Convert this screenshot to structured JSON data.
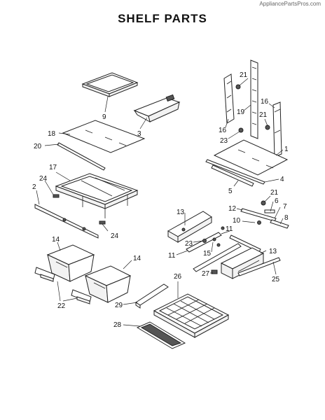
{
  "header": {
    "watermark": "AppliancePartsPros.com",
    "title": "SHELF PARTS"
  },
  "callouts": {
    "c1": "1",
    "c2": "2",
    "c3": "3",
    "c4": "4",
    "c5": "5",
    "c6": "6",
    "c7": "7",
    "c8": "8",
    "c9": "9",
    "c10": "10",
    "c11a": "11",
    "c11b": "11",
    "c12": "12",
    "c13a": "13",
    "c13b": "13",
    "c14a": "14",
    "c14b": "14",
    "c15": "15",
    "c16a": "16",
    "c16b": "16",
    "c17": "17",
    "c18": "18",
    "c19": "19",
    "c20": "20",
    "c21a": "21",
    "c21b": "21",
    "c21c": "21",
    "c22": "22",
    "c23a": "23",
    "c23b": "23",
    "c24a": "24",
    "c24b": "24",
    "c25": "25",
    "c26": "26",
    "c27": "27",
    "c28": "28",
    "c29": "29"
  }
}
